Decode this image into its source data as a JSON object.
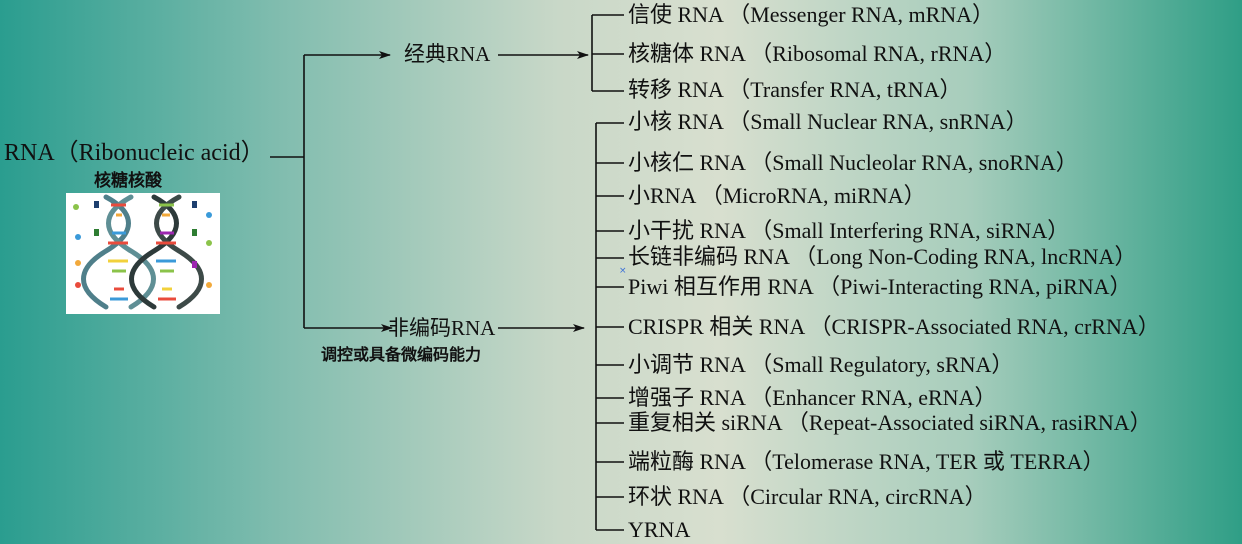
{
  "root": {
    "label": "RNA（Ribonucleic acid）",
    "sublabel": "核糖核酸"
  },
  "categories": [
    {
      "label": "经典RNA",
      "note": ""
    },
    {
      "label": "非编码RNA",
      "note": "调控或具备微编码能力"
    }
  ],
  "classic_items": [
    "信使 RNA （Messenger RNA, mRNA）",
    "核糖体 RNA （Ribosomal RNA, rRNA）",
    "转移 RNA （Transfer RNA, tRNA）"
  ],
  "noncoding_items": [
    "小核 RNA （Small Nuclear RNA, snRNA）",
    "小核仁 RNA （Small Nucleolar RNA, snoRNA）",
    "小RNA （MicroRNA, miRNA）",
    "小干扰 RNA （Small Interfering RNA, siRNA）",
    "长链非编码 RNA （Long Non-Coding RNA, lncRNA）",
    "Piwi 相互作用 RNA （Piwi-Interacting RNA, piRNA）",
    "CRISPR 相关 RNA （CRISPR-Associated RNA, crRNA）",
    "小调节 RNA （Small Regulatory, sRNA）",
    "增强子 RNA （Enhancer RNA, eRNA）",
    "重复相关 siRNA （Repeat-Associated siRNA, rasiRNA）",
    "端粒酶 RNA （Telomerase RNA, TER 或 TERRA）",
    "环状 RNA （Circular RNA, circRNA）",
    "YRNA"
  ],
  "colors": {
    "line": "#111111",
    "dna_a": "#4f7f8a",
    "dna_b": "#2d3a3a"
  },
  "icons": {
    "dna": "dna-double-helix-illustration",
    "marker": "small-x-marker"
  }
}
